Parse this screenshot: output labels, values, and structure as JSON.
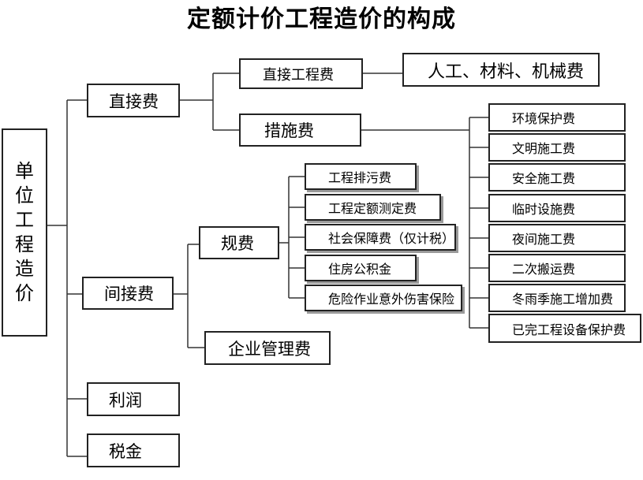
{
  "title": "定额计价工程造价的构成",
  "root": "单位工程造价",
  "direct_cost": {
    "label": "直接费",
    "project_cost": {
      "label": "直接工程费",
      "detail": "人工、材料、机械费"
    },
    "measures": {
      "label": "措施费",
      "items": [
        "环境保护费",
        "文明施工费",
        "安全施工费",
        "临时设施费",
        "夜间施工费",
        "二次搬运费",
        "冬雨季施工增加费",
        "已完工程设备保护费"
      ]
    }
  },
  "indirect_cost": {
    "label": "间接费",
    "fees": {
      "label": "规费",
      "items": [
        "工程排污费",
        "工程定额测定费",
        "社会保障费（仅计税）",
        "住房公积金",
        "危险作业意外伤害保险"
      ]
    },
    "management": {
      "label": "企业管理费"
    }
  },
  "profit": "利润",
  "tax": "税金"
}
